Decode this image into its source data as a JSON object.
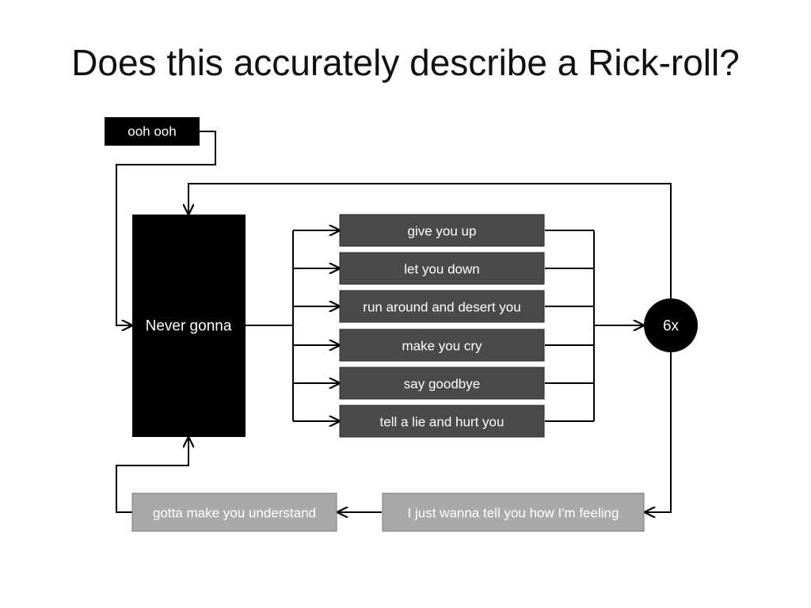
{
  "slide": {
    "title": "Does this accurately describe a Rick-roll?"
  },
  "diagram": {
    "intro": "ooh ooh",
    "main": "Never gonna",
    "branches": [
      "give you up",
      "let you down",
      "run around and desert you",
      "make you cry",
      "say goodbye",
      "tell a lie and hurt you"
    ],
    "repeat": "6x",
    "bridge_right": "I just wanna tell you how I'm feeling",
    "bridge_left": "gotta make you understand"
  },
  "colors": {
    "intro_box": "#000000",
    "main_box": "#000000",
    "branch_box": "#4a4a4a",
    "bridge_box": "#a9a9a9",
    "repeat_circle": "#000000",
    "line": "#000000"
  }
}
